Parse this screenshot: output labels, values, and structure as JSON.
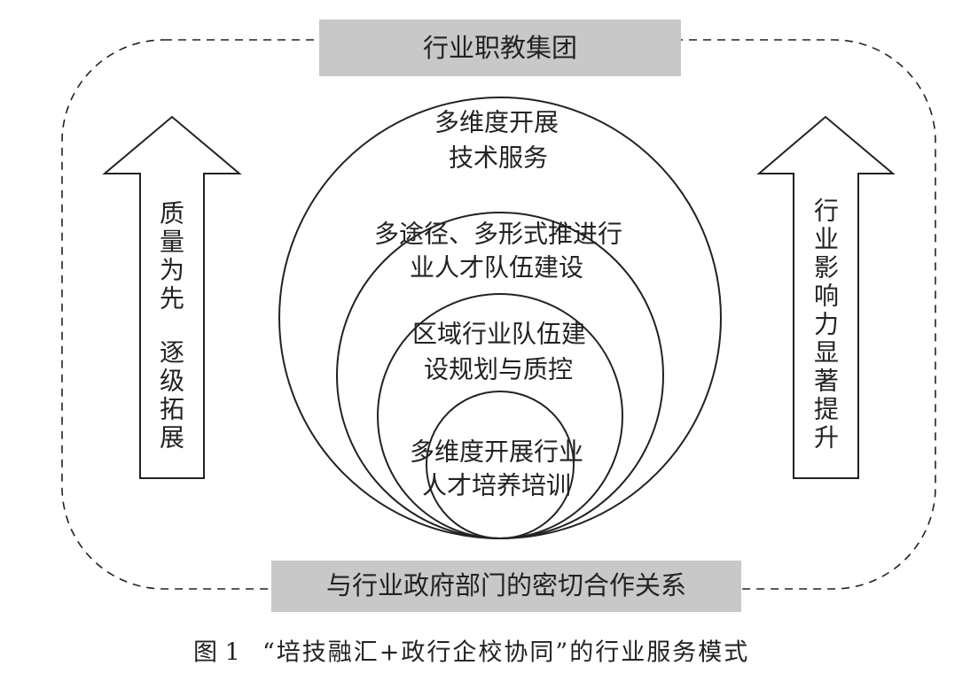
{
  "header_box": {
    "label": "行业职教集团"
  },
  "footer_box": {
    "label": "与行业政府部门的密切合作关系"
  },
  "caption": {
    "number": "图 1",
    "title": "“培技融汇+政行企校协同”的行业服务模式"
  },
  "left_arrow": {
    "lines": [
      "质",
      "量",
      "为",
      "先",
      "",
      "逐",
      "级",
      "拓",
      "展"
    ]
  },
  "right_arrow": {
    "lines": [
      "行",
      "业",
      "影",
      "响",
      "力",
      "显",
      "著",
      "提",
      "升"
    ]
  },
  "circles": [
    {
      "lines": [
        "多维度开展",
        "技术服务"
      ]
    },
    {
      "lines": [
        "多途径、多形式推进行",
        "业人才队伍建设"
      ]
    },
    {
      "lines": [
        "区域行业队伍建",
        "设规划与质控"
      ]
    },
    {
      "lines": [
        "多维度开展行业",
        "人才培养培训"
      ]
    }
  ],
  "colors": {
    "box_fill": "#c8c8c8",
    "stroke": "#222222",
    "text": "#222222"
  }
}
